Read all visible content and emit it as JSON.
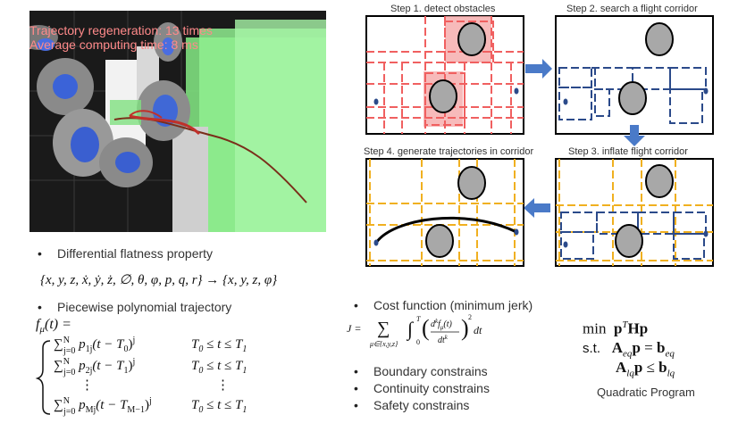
{
  "simulation": {
    "overlay_line1": "Trajectory regeneration: 13 times",
    "overlay_line2": "Average computing time: 8 ms"
  },
  "steps": {
    "step1": "Step 1. detect obstacles",
    "step2": "Step 2. search a flight corridor",
    "step3": "Step 3. inflate flight corridor",
    "step4": "Step 4. generate trajectories in corridor"
  },
  "left_bullets": {
    "flatness": "Differential flatness property",
    "flatness_eq": "{x, y, z, ẋ, ẏ, ż, ∅, θ, φ, p, q, r} → {x, y, z, φ}",
    "poly": "Piecewise polynomial trajectory",
    "poly_eq_head": "f_μ(t) =",
    "poly_rows": [
      {
        "expr": "∑_{j=0}^N p_{1j}(t − T_0)^j",
        "cond": "T_0 ≤ t ≤ T_1"
      },
      {
        "expr": "∑_{j=0}^N p_{2j}(t − T_1)^j",
        "cond": "T_0 ≤ t ≤ T_1"
      },
      {
        "expr": "⋮",
        "cond": "⋮"
      },
      {
        "expr": "∑_{j=0}^N p_{Mj}(t − T_{M−1})^j",
        "cond": "T_0 ≤ t ≤ T_1"
      }
    ]
  },
  "right_bullets": {
    "cost": "Cost function (minimum jerk)",
    "boundary": "Boundary constrains",
    "continuity": "Continuity constrains",
    "safety": "Safety constrains"
  },
  "qp": {
    "min_label": "min",
    "st_label": "s.t.",
    "title": "Quadratic Program"
  },
  "colors": {
    "red_dash": "#f06060",
    "blue_dash": "#2b4a8a",
    "orange_dash": "#f0b020",
    "arrow_blue": "#4a7ac8",
    "ellipse_fill": "#a8a8a8"
  }
}
